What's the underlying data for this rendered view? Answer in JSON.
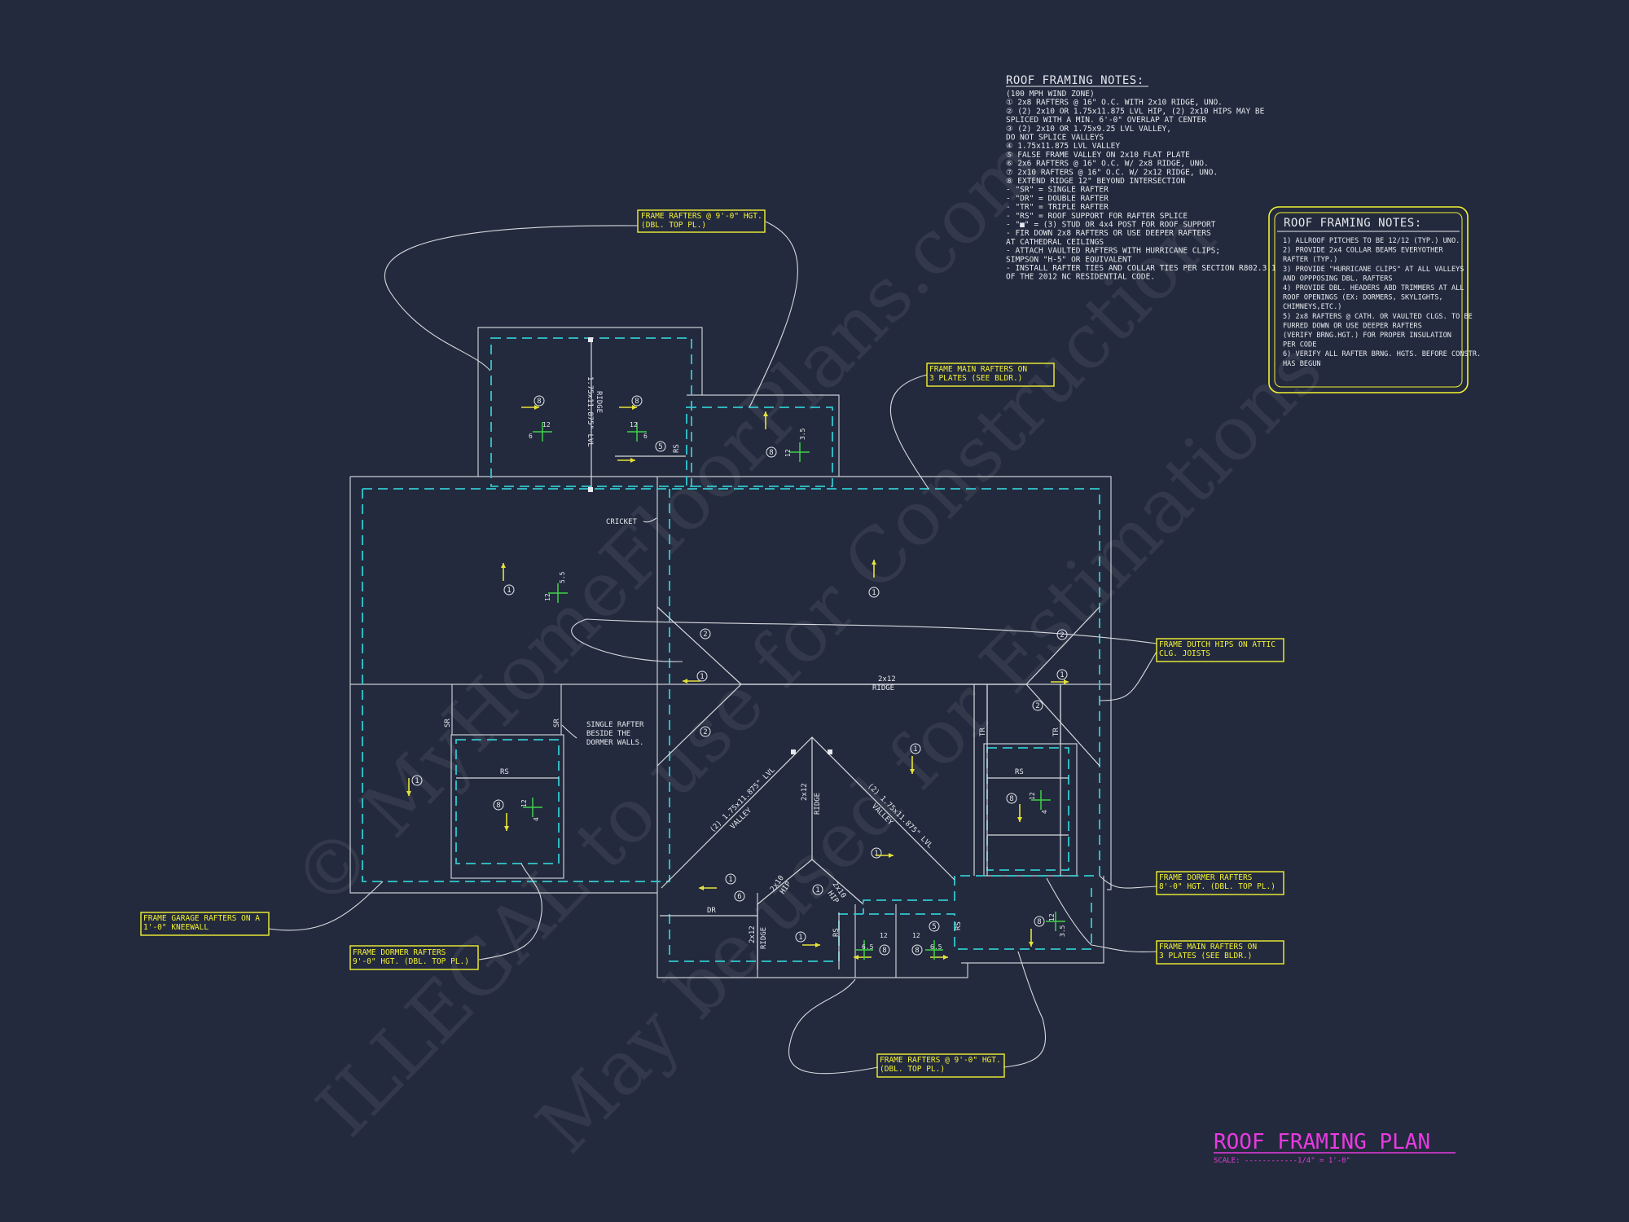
{
  "watermark": {
    "line1": "© MyHomeFloorPlans.com",
    "line2": "ILLEGAL to use for Construction",
    "line3": "May be used for Estimations"
  },
  "roof_notes_top": {
    "title": "ROOF FRAMING NOTES:",
    "lines": [
      "(100 MPH WIND ZONE)",
      "① 2x8 RAFTERS @ 16\" O.C. WITH 2x10 RIDGE, UNO.",
      "② (2) 2x10 OR 1.75x11.875 LVL HIP, (2) 2x10 HIPS MAY BE",
      "    SPLICED WITH A MIN. 6'-0\" OVERLAP AT CENTER",
      "③ (2) 2x10 OR 1.75x9.25 LVL VALLEY,",
      "    DO NOT SPLICE VALLEYS",
      "④ 1.75x11.875 LVL VALLEY",
      "⑤ FALSE FRAME VALLEY ON 2x10 FLAT PLATE",
      "⑥ 2x6 RAFTERS @ 16\" O.C. W/ 2x8 RIDGE, UNO.",
      "⑦ 2x10 RAFTERS @ 16\" O.C. W/ 2x12 RIDGE, UNO.",
      "⑧ EXTEND RIDGE 12\" BEYOND INTERSECTION",
      "-  \"SR\" = SINGLE RAFTER",
      "-  \"DR\" = DOUBLE RAFTER",
      "-  \"TR\" = TRIPLE RAFTER",
      "-  \"RS\" = ROOF SUPPORT FOR RAFTER SPLICE",
      "-  \"■\" = (3) STUD OR 4x4 POST FOR ROOF SUPPORT",
      "-  FIR DOWN 2x8 RAFTERS OR USE DEEPER RAFTERS",
      "    AT CATHEDRAL CEILINGS",
      "-  ATTACH VAULTED RAFTERS WITH HURRICANE CLIPS;",
      "    SIMPSON \"H-5\" OR EQUIVALENT",
      "-  INSTALL RAFTER TIES AND COLLAR TIES PER SECTION R802.3.1",
      "    OF THE 2012 NC RESIDENTIAL CODE."
    ]
  },
  "roof_notes_box": {
    "title": "ROOF FRAMING NOTES:",
    "lines": [
      "1) ALLROOF PITCHES TO BE 12/12 (TYP.) UNO.",
      "2) PROVIDE 2x4 COLLAR BEAMS EVERYOTHER",
      "    RAFTER (TYP.)",
      "3) PROVIDE \"HURRICANE CLIPS\" AT ALL VALLEYS",
      "    AND OPPPOSING DBL. RAFTERS",
      "4) PROVIDE DBL. HEADERS ABD TRIMMERS AT ALL",
      "    ROOF OPENINGS (EX: DORMERS, SKYLIGHTS,",
      "    CHIMNEYS,ETC.)",
      "5) 2x8 RAFTERS @ CATH. OR VAULTED CLGS. TO BE",
      "    FURRED DOWN OR USE DEEPER RAFTERS",
      "    (VERIFY BRNG.HGT.) FOR PROPER INSULATION",
      "    PER CODE",
      "6) VERIFY ALL RAFTER BRNG. HGTS. BEFORE CONSTR.",
      "    HAS BEGUN"
    ]
  },
  "callouts": {
    "top_rafters": [
      "FRAME RAFTERS @ 9'-0\" HGT.",
      "(DBL. TOP PL.)"
    ],
    "main_rafters_upper": [
      "FRAME MAIN RAFTERS ON",
      "3 PLATES  (SEE BLDR.)"
    ],
    "dutch_hips": [
      "FRAME DUTCH HIPS ON ATTIC",
      "CLG. JOISTS"
    ],
    "dormer_right": [
      "FRAME DORMER RAFTERS",
      "8'-0\" HGT. (DBL. TOP PL.)"
    ],
    "main_rafters_lower": [
      "FRAME MAIN RAFTERS ON",
      "3 PLATES  (SEE BLDR.)"
    ],
    "bottom_rafters": [
      "FRAME RAFTERS @ 9'-0\" HGT.",
      "(DBL. TOP PL.)"
    ],
    "garage_rafters": [
      "FRAME GARAGE RAFTERS ON A",
      "1'-0\" KNEEWALL"
    ],
    "dormer_left": [
      "FRAME DORMER RAFTERS",
      "9'-0\" HGT. (DBL. TOP PL.)"
    ]
  },
  "plan_labels": {
    "cricket": "CRICKET",
    "single_rafter": [
      "SINGLE RAFTER",
      "BESIDE THE",
      "DORMER WALLS."
    ],
    "ridge_main": [
      "2x12",
      "RIDGE"
    ],
    "lvl_ridge": [
      "1.75x11.875\" LVL",
      "RIDGE"
    ],
    "valley_left": [
      "(2) 1.75x11.875\" LVL",
      "VALLEY"
    ],
    "valley_right": [
      "(2) 1.75x11.875\" LVL",
      "VALLEY"
    ],
    "ridge_center": [
      "2x12",
      "RIDGE"
    ],
    "ridge_bottom": [
      "2x12",
      "RIDGE"
    ],
    "hip_left": [
      "2x10",
      "HIP"
    ],
    "hip_right": [
      "2x10",
      "HIP"
    ],
    "rs": "RS",
    "sr": "SR",
    "tr": "TR",
    "dr": "DR"
  },
  "pitches": {
    "twelve": "12",
    "six": "6",
    "three_five": "3.5",
    "five_five": "5.5",
    "four": "4",
    "six_five": "6.5"
  },
  "markers": [
    "1",
    "2",
    "5",
    "6",
    "8"
  ],
  "plan_title": "ROOF FRAMING PLAN",
  "plan_scale": "SCALE: ------------1/4\" = 1'-0\"",
  "colors": {
    "background": "#232a3d",
    "callout": "#f2f233",
    "dashed_outline": "#33c7cf",
    "title": "#e83ae0",
    "pitch_mark": "#3fd14a"
  }
}
